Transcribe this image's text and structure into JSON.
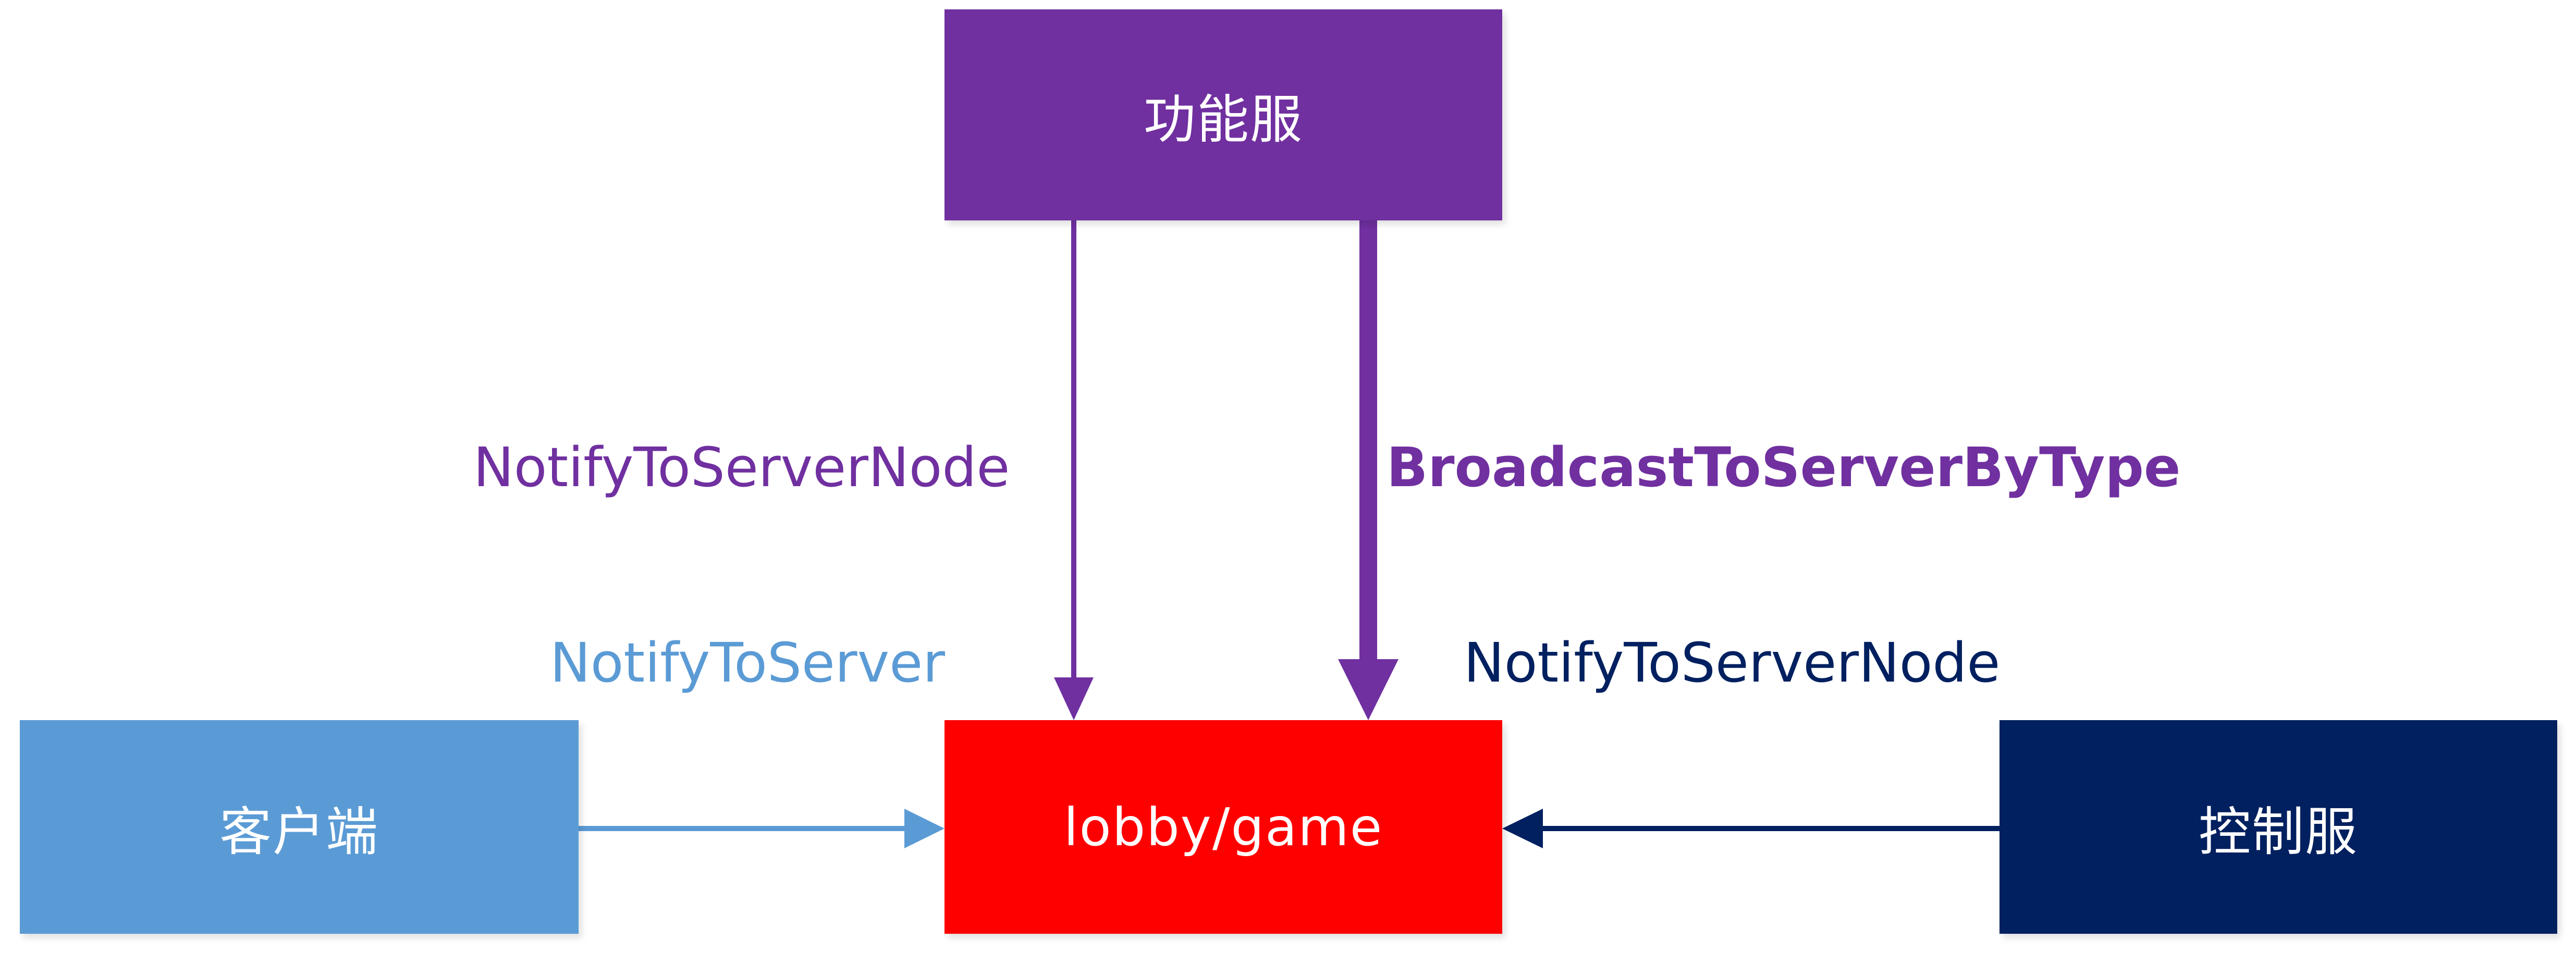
{
  "colors": {
    "function_server": "#7030A0",
    "client": "#5B9BD5",
    "lobby_game": "#FF0000",
    "control_server": "#002060"
  },
  "nodes": {
    "function_server": "功能服",
    "client": "客户端",
    "lobby_game": "lobby/game",
    "control_server": "控制服"
  },
  "edges": {
    "function_to_lobby_notify": "NotifyToServerNode",
    "function_to_lobby_broadcast": "BroadcastToServerByType",
    "client_to_lobby": "NotifyToServer",
    "control_to_lobby": "NotifyToServerNode"
  }
}
